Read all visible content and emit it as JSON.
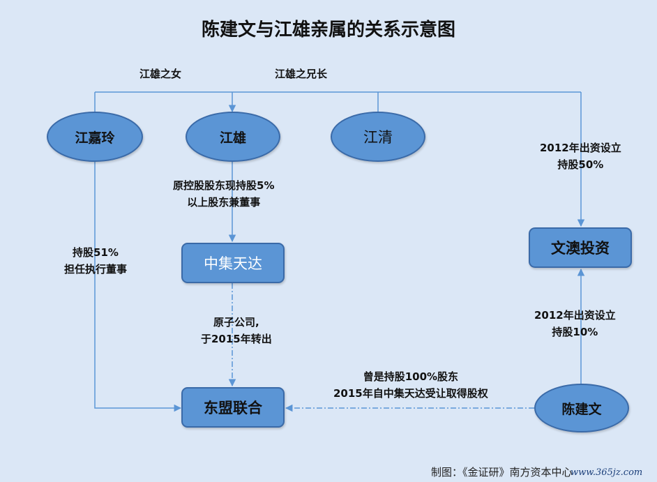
{
  "title": "陈建文与江雄亲属的关系示意图",
  "nodes": {
    "jiangjialing": "江嘉玲",
    "jiangxiong": "江雄",
    "jiangqing": "江清",
    "zhongjitianda": "中集天达",
    "wenaotouzi": "文澳投资",
    "dongmenglianhe": "东盟联合",
    "chenjianwen": "陈建文"
  },
  "labels": {
    "daughter": "江雄之女",
    "elder_brother": "江雄之兄长",
    "wenao_top": [
      "2012年出资设立",
      "持股50%"
    ],
    "jiangxiong_role": [
      "原控股股东现持股5%",
      "以上股东兼董事"
    ],
    "jiangjialing_role": [
      "持股51%",
      "担任执行董事"
    ],
    "former_subsidiary": [
      "原子公司,",
      "于2015年转出"
    ],
    "chen_wenao": [
      "2012年出资设立",
      "持股10%"
    ],
    "chen_dongmeng": [
      "曾是持股100%股东",
      "2015年自中集天达受让取得股权"
    ]
  },
  "footer": "制图：《金证研》南方资本中心",
  "watermark": "www.365jz.com",
  "colors": {
    "background": "#dbe7f6",
    "node_fill": "#5b95d5",
    "node_border": "#3a6aa8",
    "line": "#5b95d5"
  }
}
